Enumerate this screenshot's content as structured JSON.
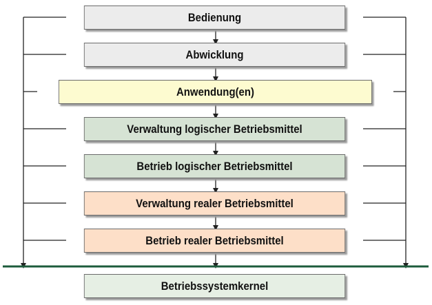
{
  "layers": [
    {
      "label": "Bedienung",
      "fill": "#ececec"
    },
    {
      "label": "Abwicklung",
      "fill": "#ececec"
    },
    {
      "label": "Anwendung(en)",
      "fill": "#fdfbd0"
    },
    {
      "label": "Verwaltung logischer Betriebsmittel",
      "fill": "#d6e3d4"
    },
    {
      "label": "Betrieb logischer Betriebsmittel",
      "fill": "#d6e3d4"
    },
    {
      "label": "Verwaltung realer Betriebsmittel",
      "fill": "#fddfc8"
    },
    {
      "label": "Betrieb realer Betriebsmittel",
      "fill": "#fddfc8"
    }
  ],
  "kernel": {
    "label": "Betriebssystemkernel",
    "fill": "#e6efe4"
  },
  "colors": {
    "line": "#222222",
    "kernel_boundary": "#1c5b3b"
  }
}
